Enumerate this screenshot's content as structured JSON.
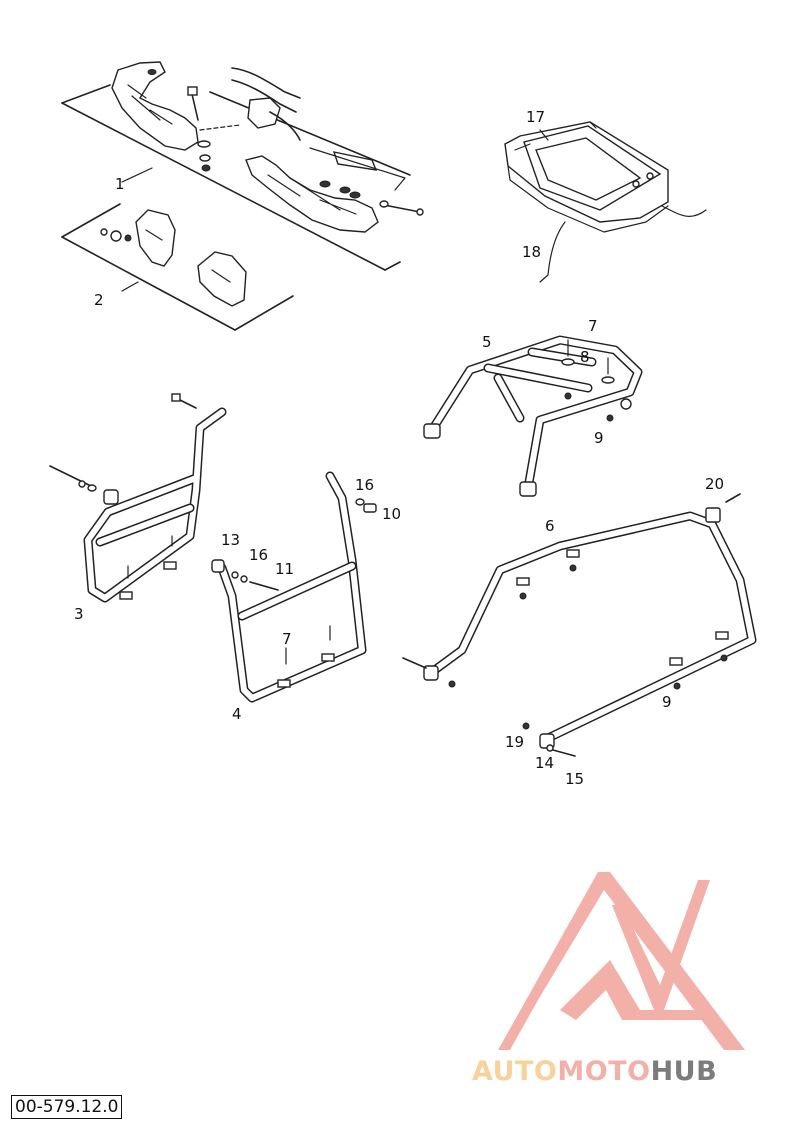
{
  "labels": {
    "l1": "1",
    "l2": "2",
    "l3": "3",
    "l4": "4",
    "l5": "5",
    "l6": "6",
    "l7a": "7",
    "l7b": "7",
    "l8": "8",
    "l9a": "9",
    "l9b": "9",
    "l10": "10",
    "l11": "11",
    "l13": "13",
    "l14": "14",
    "l15": "15",
    "l16a": "16",
    "l16b": "16",
    "l17": "17",
    "l18": "18",
    "l19": "19",
    "l20": "20"
  },
  "watermark": {
    "part1": "AUTO",
    "part2": "MOTO",
    "part3": "HUB",
    "color1": "#F7C98A",
    "color2": "#F2A39B",
    "color3": "#666666"
  },
  "drawing_number": "00-579.12.0"
}
